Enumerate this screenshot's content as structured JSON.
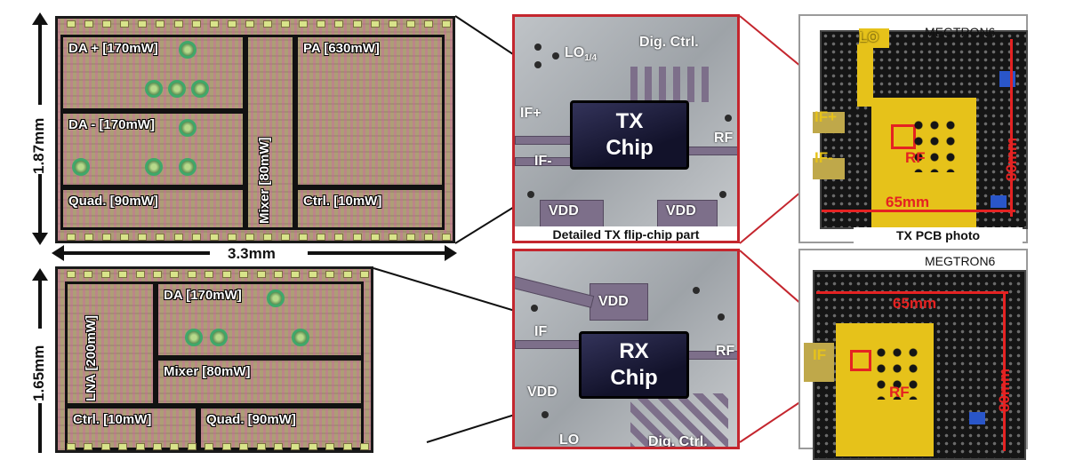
{
  "tx_die": {
    "blocks": {
      "da_plus": "DA + [170mW]",
      "da_minus": "DA - [170mW]",
      "quad": "Quad. [90mW]",
      "mixer": "Mixer [80mW]",
      "pa": "PA [630mW]",
      "ctrl": "Ctrl. [10mW]"
    },
    "height_label": "1.87mm",
    "width_label": "3.3mm"
  },
  "rx_die": {
    "blocks": {
      "lna": "LNA [200mW]",
      "da": "DA [170mW]",
      "mixer": "Mixer [80mW]",
      "ctrl": "Ctrl. [10mW]",
      "quad": "Quad. [90mW]"
    },
    "height_label": "1.65mm"
  },
  "tx_flipchip": {
    "chip_line1": "TX",
    "chip_line2": "Chip",
    "lo_label": "LO",
    "lo_sub": "1/4",
    "dig_ctrl": "Dig. Ctrl.",
    "if_plus": "IF+",
    "if_minus": "IF-",
    "rf": "RF",
    "vdd_left": "VDD",
    "vdd_right": "VDD",
    "caption": "Detailed TX flip-chip part"
  },
  "rx_flipchip": {
    "chip_line1": "RX",
    "chip_line2": "Chip",
    "vdd_top": "VDD",
    "if_top": "IF",
    "vdd_left": "VDD",
    "rf": "RF",
    "lo_label": "LO",
    "dig_ctrl": "Dig. Ctrl."
  },
  "tx_pcb": {
    "material": "MEGTRON6",
    "lo_label": "LO",
    "if_plus": "IF+",
    "if_minus": "IF-",
    "rf": "RF",
    "width": "65mm",
    "height": "80mm",
    "caption": "TX PCB photo"
  },
  "rx_pcb": {
    "material": "MEGTRON6",
    "width": "65mm",
    "height": "80mm",
    "if_label": "IF",
    "rf": "RF"
  }
}
